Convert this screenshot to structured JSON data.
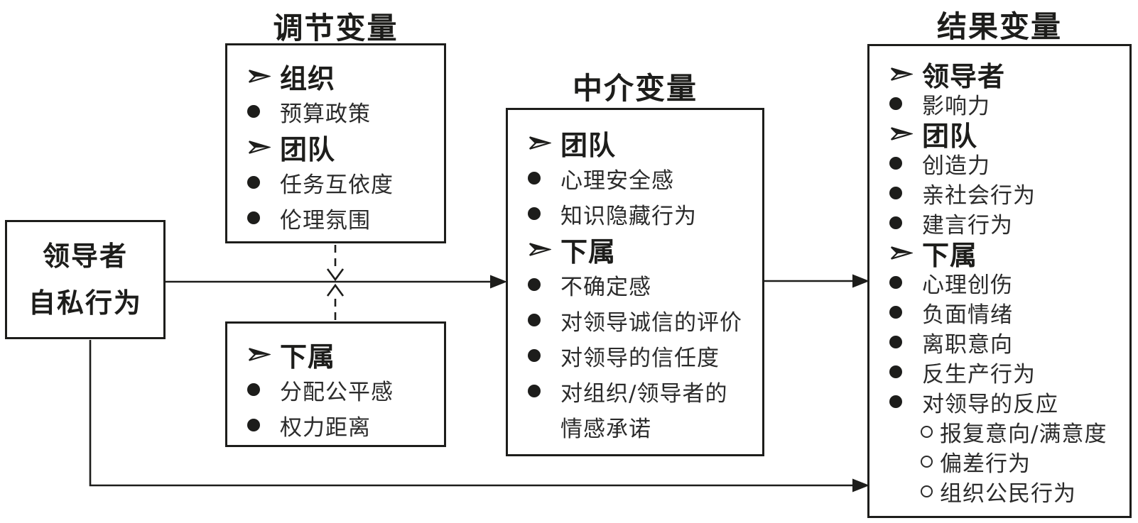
{
  "diagram": {
    "titles": {
      "moderator": "调节变量",
      "mediator": "中介变量",
      "outcome": "结果变量"
    },
    "antecedent": {
      "line1": "领导者",
      "line2": "自私行为"
    },
    "boxes": {
      "moderator": {
        "items": [
          {
            "type": "header",
            "text": "组织"
          },
          {
            "type": "bullet",
            "text": "预算政策"
          },
          {
            "type": "header",
            "text": "团队"
          },
          {
            "type": "bullet",
            "text": "任务互依度"
          },
          {
            "type": "bullet",
            "text": "伦理氛围"
          }
        ]
      },
      "subordinate_moderator": {
        "items": [
          {
            "type": "header",
            "text": "下属"
          },
          {
            "type": "bullet",
            "text": "分配公平感"
          },
          {
            "type": "bullet",
            "text": "权力距离"
          }
        ]
      },
      "mediator": {
        "items": [
          {
            "type": "header",
            "text": "团队"
          },
          {
            "type": "bullet",
            "text": "心理安全感"
          },
          {
            "type": "bullet",
            "text": "知识隐藏行为"
          },
          {
            "type": "header",
            "text": "下属"
          },
          {
            "type": "bullet",
            "text": "不确定感"
          },
          {
            "type": "bullet",
            "text": "对领导诚信的评价"
          },
          {
            "type": "bullet",
            "text": "对领导的信任度"
          },
          {
            "type": "bullet",
            "text": "对组织/领导者的"
          },
          {
            "type": "cont",
            "text": "情感承诺"
          }
        ]
      },
      "outcome": {
        "items": [
          {
            "type": "header",
            "text": "领导者"
          },
          {
            "type": "bullet",
            "text": "影响力"
          },
          {
            "type": "header",
            "text": "团队"
          },
          {
            "type": "bullet",
            "text": "创造力"
          },
          {
            "type": "bullet",
            "text": "亲社会行为"
          },
          {
            "type": "bullet",
            "text": "建言行为"
          },
          {
            "type": "header",
            "text": "下属"
          },
          {
            "type": "bullet",
            "text": "心理创伤"
          },
          {
            "type": "bullet",
            "text": "负面情绪"
          },
          {
            "type": "bullet",
            "text": "离职意向"
          },
          {
            "type": "bullet",
            "text": "反生产行为"
          },
          {
            "type": "bullet",
            "text": "对领导的反应"
          },
          {
            "type": "sub",
            "text": "报复意向/满意度"
          },
          {
            "type": "sub",
            "text": "偏差行为"
          },
          {
            "type": "sub",
            "text": "组织公民行为"
          }
        ]
      }
    },
    "colors": {
      "ink": "#1d1d1b",
      "background": "#ffffff"
    }
  }
}
